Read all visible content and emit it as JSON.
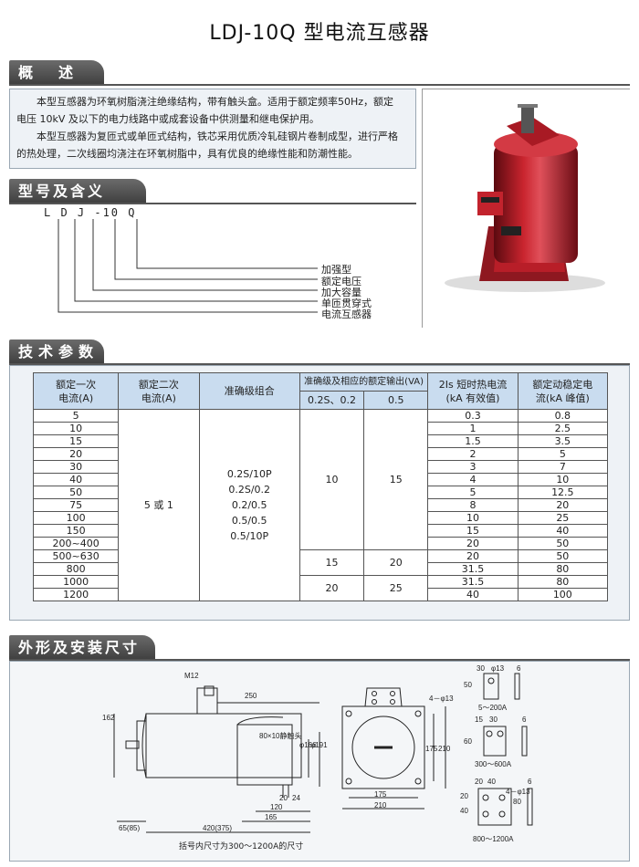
{
  "title": "LDJ-10Q 型电流互感器",
  "sections": {
    "overview": "概　述",
    "model": "型号及含义",
    "params": "技术参数",
    "dims": "外形及安装尺寸"
  },
  "overview": {
    "p1": "本型互感器为环氧树脂浇注绝缘结构，带有触头盒。适用于额定频率50Hz，额定电压 10kV 及以下的电力线路中或成套设备中供测量和继电保护用。",
    "p2": "本型互感器为复匝式或单匝式结构，铁芯采用优质冷轧硅钢片卷制成型，进行严格的热处理，二次线圈均浇注在环氧树脂中，具有优良的绝缘性能和防潮性能。"
  },
  "model": {
    "code": "L D J -10 Q",
    "labels": [
      "加强型",
      "额定电压",
      "加大容量",
      "单匝贯穿式",
      "电流互感器"
    ]
  },
  "table": {
    "headers": {
      "primary": "额定一次\n电流(A)",
      "secondary": "额定二次\n电流(A)",
      "accuracy": "准确级组合",
      "output": "准确级及相应的额定输出(VA)",
      "out_a": "0.2S、0.2",
      "out_b": "0.5",
      "thermal": "2Is 短时热电流\n(kA 有效值)",
      "dynamic": "额定动稳定电\n流(kA 峰值)"
    },
    "primary": [
      "5",
      "10",
      "15",
      "20",
      "30",
      "40",
      "50",
      "75",
      "100",
      "150",
      "200~400",
      "500~630",
      "800",
      "1000",
      "1200"
    ],
    "secondary": "5 或 1",
    "accuracy": [
      "0.2S/10P",
      "0.2S/0.2",
      "0.2/0.5",
      "0.5/0.5",
      "0.5/10P"
    ],
    "output_groups": [
      {
        "a": "10",
        "b": "15"
      },
      {
        "a": "15",
        "b": "20"
      },
      {
        "a": "20",
        "b": "25"
      }
    ],
    "thermal": [
      "0.3",
      "1",
      "1.5",
      "2",
      "3",
      "4",
      "5",
      "8",
      "10",
      "15",
      "20",
      "20",
      "31.5",
      "31.5",
      "40"
    ],
    "dynamic": [
      "0.8",
      "2.5",
      "3.5",
      "5",
      "7",
      "10",
      "12.5",
      "20",
      "25",
      "40",
      "50",
      "50",
      "80",
      "80",
      "100"
    ]
  },
  "drawing": {
    "m12": "M12",
    "d250": "250",
    "d162": "162",
    "contact": "80×10静触头",
    "phi166": "φ166",
    "phi191": "φ191",
    "d20": "20",
    "d24": "24",
    "d120": "120",
    "d165": "165",
    "d420": "420(375)",
    "d65": "65(85)",
    "note": "括号内尺寸为300～1200A的尺寸",
    "hole4": "4－φ13",
    "d175v": "175",
    "d210v": "210",
    "d175h": "175",
    "d210h": "210",
    "t1": {
      "a": "30",
      "b": "φ13",
      "c": "6",
      "h": "50",
      "cap": "5～200A"
    },
    "t2": {
      "a": "15",
      "b": "30",
      "c": "6",
      "h": "60",
      "cap": "300～600A"
    },
    "t3": {
      "a": "20",
      "b": "40",
      "c": "6",
      "h1": "20",
      "h2": "40",
      "h3": "80",
      "hole": "4－φ13",
      "cap": "800～1200A"
    }
  }
}
